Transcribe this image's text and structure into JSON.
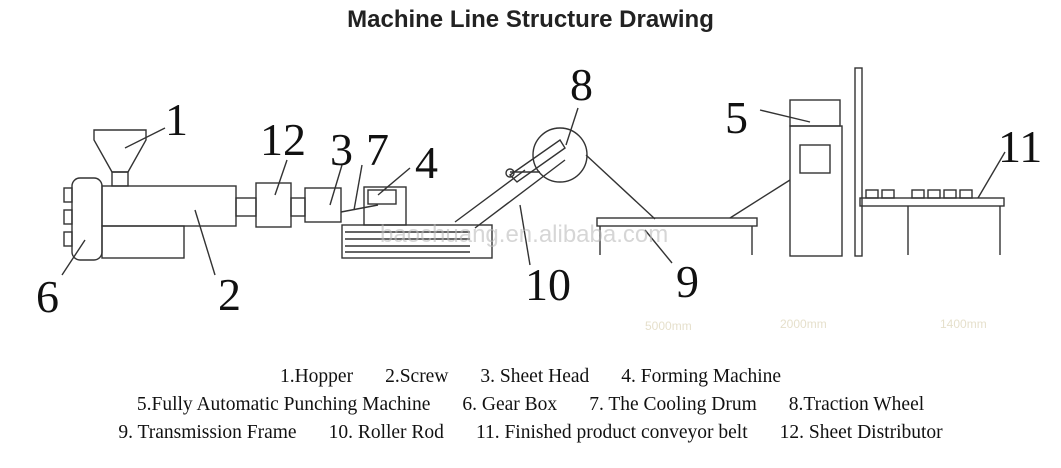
{
  "title": "Machine Line Structure Drawing",
  "callouts": [
    "1",
    "2",
    "3",
    "4",
    "5",
    "6",
    "7",
    "8",
    "9",
    "10",
    "11",
    "12"
  ],
  "watermark": "baochuang.en.alibaba.com",
  "dimensions": [
    "5000mm",
    "2000mm",
    "1400mm"
  ],
  "legend": [
    [
      "1.Hopper",
      "2.Screw",
      "3. Sheet Head",
      "4. Forming Machine"
    ],
    [
      "5.Fully Automatic Punching Machine",
      "6. Gear Box",
      "7. The Cooling Drum",
      "8.Traction Wheel"
    ],
    [
      "9. Transmission Frame",
      "10. Roller Rod",
      "11. Finished product conveyor belt",
      "12. Sheet Distributor"
    ]
  ]
}
